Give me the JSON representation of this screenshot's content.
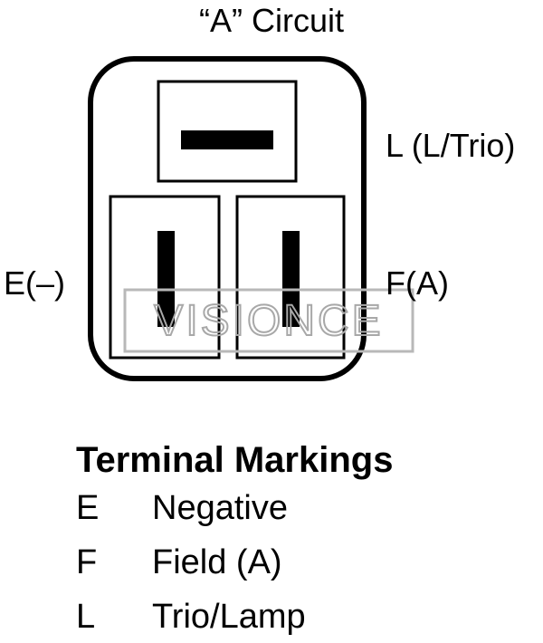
{
  "diagram": {
    "title": "“A” Circuit",
    "terminals": {
      "l": "L (L/Trio)",
      "e": "E(–)",
      "f": "F(A)"
    },
    "watermark": "VISIONCE"
  },
  "legend": {
    "title": "Terminal Markings",
    "items": [
      {
        "code": "E",
        "meaning": "Negative"
      },
      {
        "code": "F",
        "meaning": "Field (A)"
      },
      {
        "code": "L",
        "meaning": "Trio/Lamp"
      }
    ]
  }
}
